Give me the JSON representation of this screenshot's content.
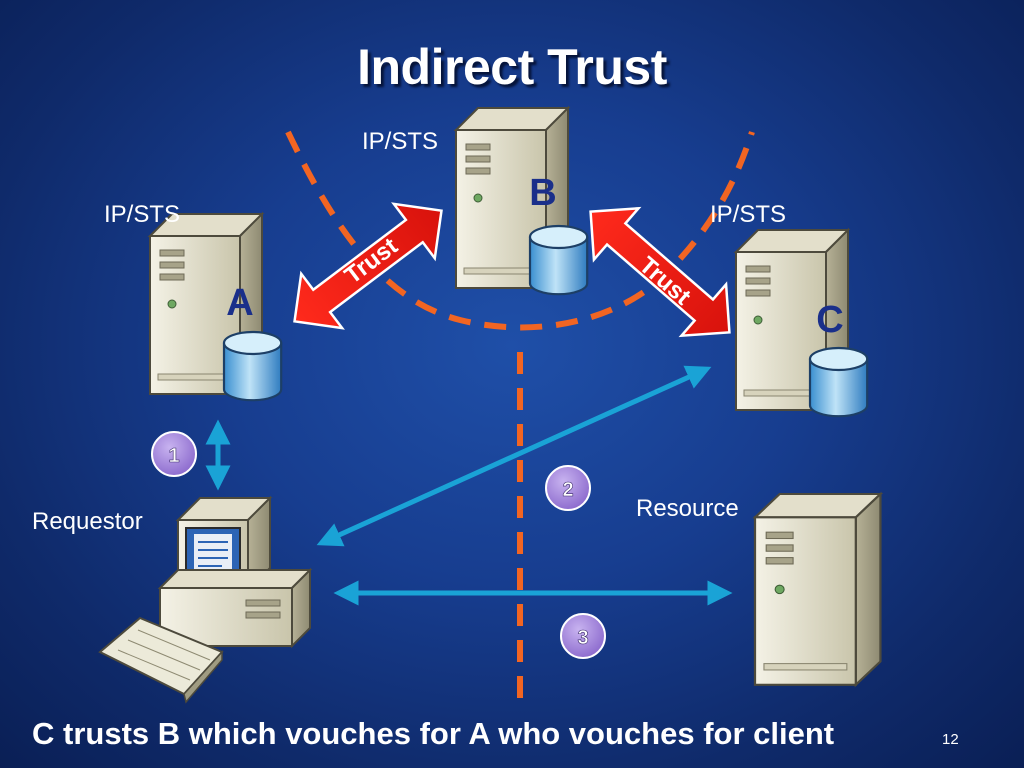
{
  "slide": {
    "title": "Indirect Trust",
    "caption": "C trusts B which vouches for A who vouches for client",
    "page_number": "12"
  },
  "servers": {
    "a": {
      "role": "IP/STS",
      "letter": "A"
    },
    "b": {
      "role": "IP/STS",
      "letter": "B"
    },
    "c": {
      "role": "IP/STS",
      "letter": "C"
    },
    "resource": {
      "role": "Resource"
    }
  },
  "client": {
    "role": "Requestor"
  },
  "trust_labels": {
    "left": "Trust",
    "right": "Trust"
  },
  "steps": [
    "1",
    "2",
    "3"
  ],
  "colors": {
    "background": "#173d8f",
    "dashed_boundary": "#f26522",
    "trust_arrow": "#e8201b",
    "flow_arrow": "#1aa3d6",
    "step_badge": "#9f7fd6",
    "server_letter": "#1a2f8a"
  }
}
